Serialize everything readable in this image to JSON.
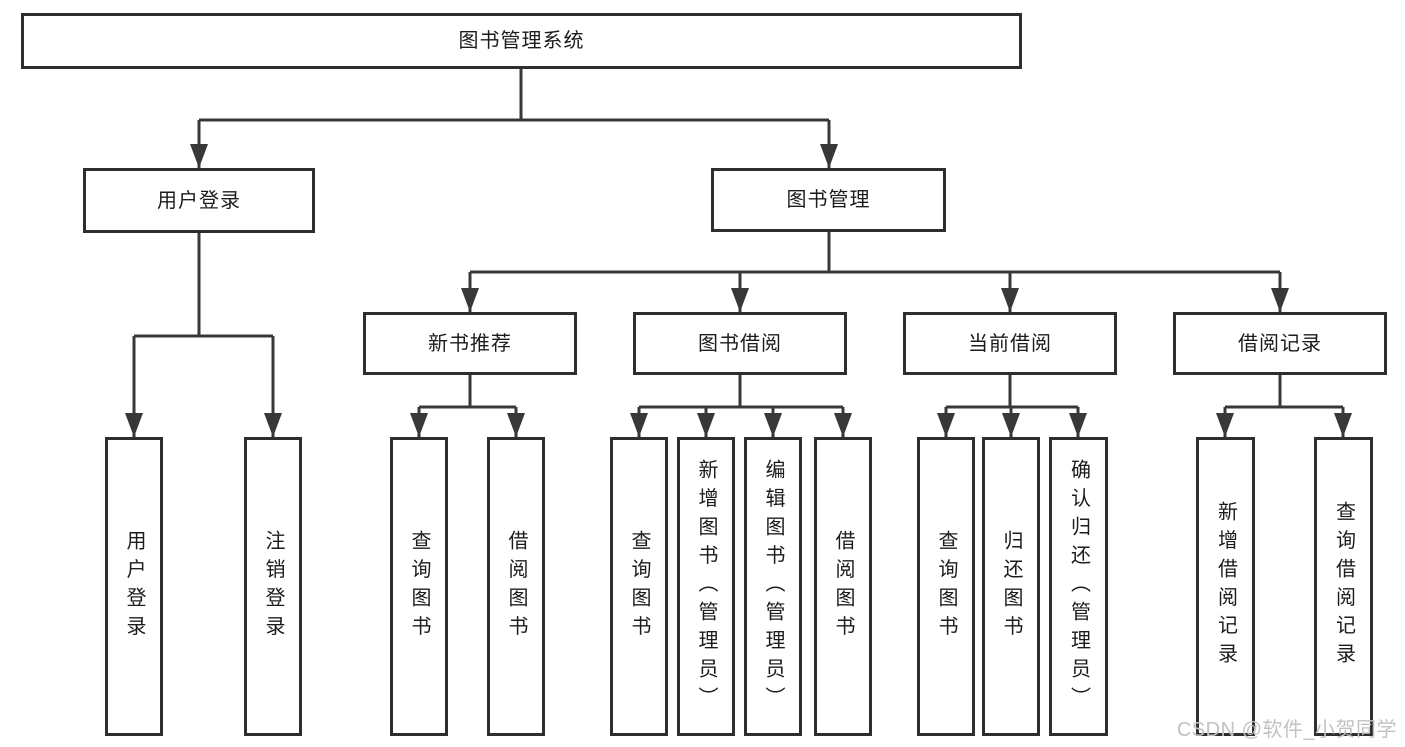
{
  "diagram": {
    "root": {
      "label": "图书管理系统"
    },
    "level2": [
      {
        "label": "用户登录",
        "children": [
          {
            "label": "用户登录"
          },
          {
            "label": "注销登录"
          }
        ]
      },
      {
        "label": "图书管理",
        "children": [
          {
            "label": "新书推荐",
            "children": [
              {
                "label": "查询图书"
              },
              {
                "label": "借阅图书"
              }
            ]
          },
          {
            "label": "图书借阅",
            "children": [
              {
                "label": "查询图书"
              },
              {
                "label": "新增图书（管理员）"
              },
              {
                "label": "编辑图书（管理员）"
              },
              {
                "label": "借阅图书"
              }
            ]
          },
          {
            "label": "当前借阅",
            "children": [
              {
                "label": "查询图书"
              },
              {
                "label": "归还图书"
              },
              {
                "label": "确认归还（管理员）"
              }
            ]
          },
          {
            "label": "借阅记录",
            "children": [
              {
                "label": "新增借阅记录"
              },
              {
                "label": "查询借阅记录"
              }
            ]
          }
        ]
      }
    ]
  },
  "watermark": {
    "text": "CSDN @软件_小贺同学"
  },
  "colors": {
    "line": "#383838",
    "box_border": "#2e2e2e",
    "text": "#1c1c1c",
    "watermark": "#c2c2c2",
    "background": "#ffffff"
  }
}
